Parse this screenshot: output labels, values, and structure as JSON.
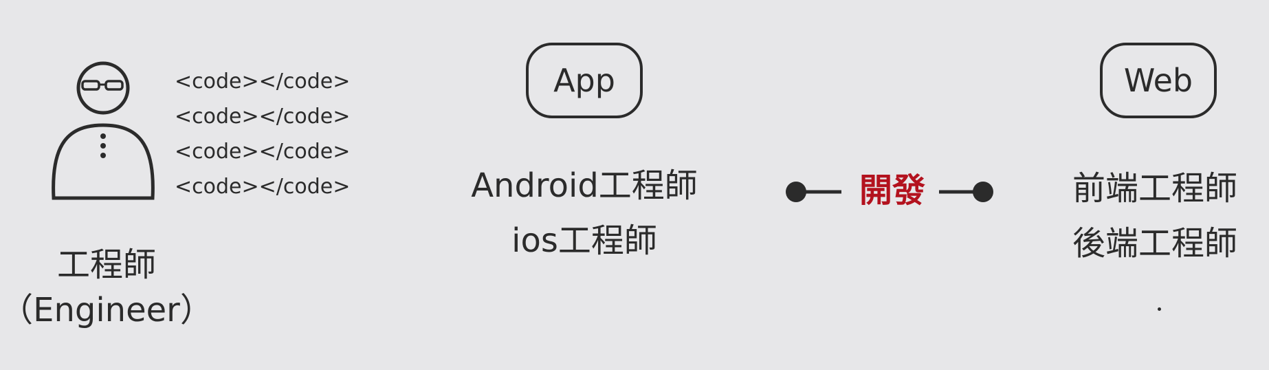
{
  "code_lines": [
    "<code></code>",
    "<code></code>",
    "<code></code>",
    "<code></code>"
  ],
  "engineer": {
    "icon": "engineer-person-icon",
    "label_zh": "工程師",
    "label_en": "（Engineer）"
  },
  "platforms": [
    {
      "badge": "App",
      "roles": [
        "Android工程師",
        "ios工程師"
      ]
    },
    {
      "badge": "Web",
      "roles": [
        "前端工程師",
        "後端工程師"
      ]
    }
  ],
  "connector": {
    "label": "開發",
    "label_color": "#b3121e"
  }
}
